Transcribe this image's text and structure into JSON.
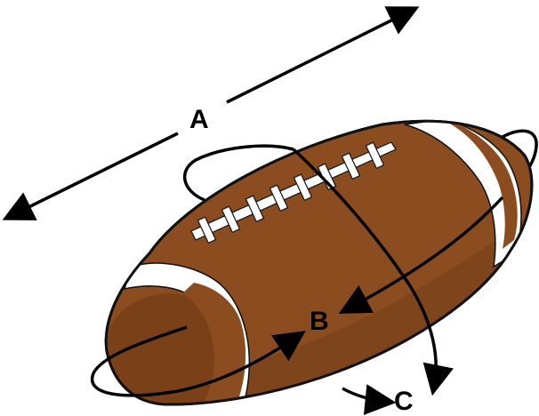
{
  "labels": {
    "a": "A",
    "b": "B",
    "c": "C"
  },
  "colors": {
    "leather": "#8b4c1f",
    "leather_shadow": "#6e3a16",
    "stripe": "#ffffff",
    "outline": "#111111",
    "arrow": "#000000"
  },
  "icons": {
    "ball": "football-icon"
  }
}
